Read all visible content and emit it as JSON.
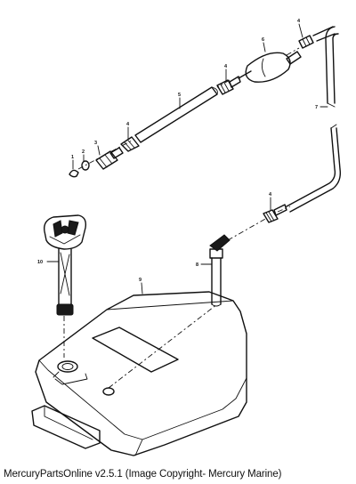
{
  "diagram": {
    "part_numbers": [
      "1",
      "2",
      "3",
      "4",
      "5",
      "4",
      "6",
      "4",
      "7",
      "8",
      "4",
      "9",
      "10"
    ]
  },
  "caption": "MercuryPartsOnline v2.5.1 (Image Copyright- Mercury Marine)"
}
